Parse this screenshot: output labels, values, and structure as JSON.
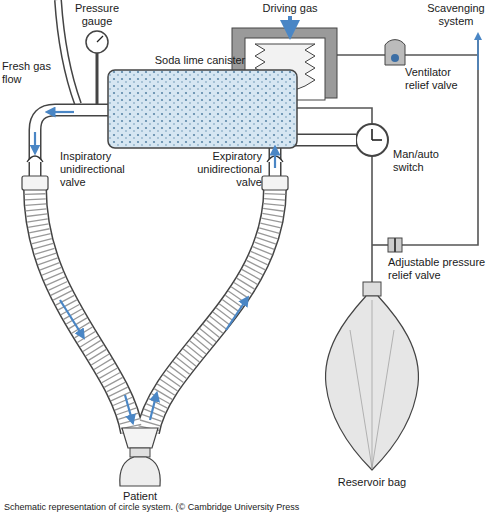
{
  "diagram": {
    "caption": "Schematic representation of circle system. (© Cambridge University Press",
    "labels": [
      "Driving gas",
      "Scavenging system",
      "Pressure gauge",
      "Ventilator relief valve",
      "Fresh gas flow",
      "Soda lime canister",
      "Inspiratory unidirectional valve",
      "Expiratory unidirectional valve",
      "Man/auto switch",
      "Adjustable pressure relief valve",
      "Reservoir bag",
      "Patient"
    ]
  }
}
